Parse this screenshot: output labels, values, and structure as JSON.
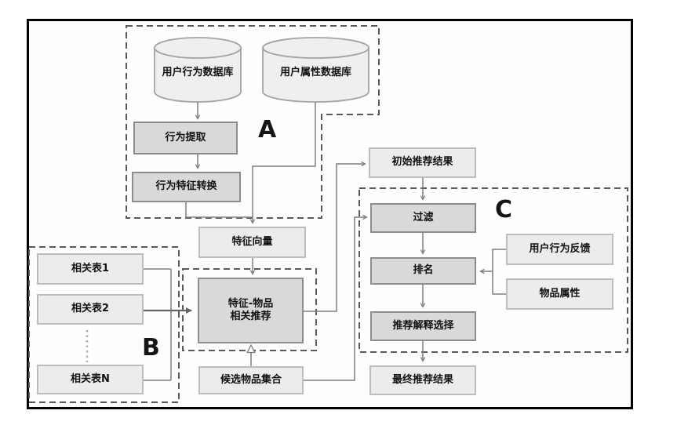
{
  "groups": {
    "a": {
      "label": "A"
    },
    "b": {
      "label": "B"
    },
    "c": {
      "label": "C"
    }
  },
  "nodes": {
    "db_behavior": {
      "label": "用户行为数据库"
    },
    "db_attribute": {
      "label": "用户属性数据库"
    },
    "behavior_extract": {
      "label": "行为提取"
    },
    "behavior_convert": {
      "label": "行为特征转换"
    },
    "feature_vector": {
      "label": "特征向量"
    },
    "initial_result": {
      "label": "初始推荐结果"
    },
    "filter": {
      "label": "过滤"
    },
    "rank": {
      "label": "排名"
    },
    "explain_select": {
      "label": "推荐解释选择"
    },
    "final_result": {
      "label": "最终推荐结果"
    },
    "user_feedback": {
      "label": "用户行为反馈"
    },
    "item_attribute": {
      "label": "物品属性"
    },
    "related_table_1": {
      "label": "相关表1"
    },
    "related_table_2": {
      "label": "相关表2"
    },
    "related_table_n": {
      "label": "相关表N"
    },
    "feature_item": {
      "label": "特征-物品\n相关推荐"
    },
    "candidate_items": {
      "label": "候选物品集合"
    }
  },
  "colors": {
    "box_dark_fill": "#d9d9d9",
    "box_light_fill": "#ececec",
    "box_dark_border": "#8c8c8c",
    "box_light_border": "#bdbdbd",
    "cylinder_fill": "#efefef",
    "cylinder_border": "#a3a3a3",
    "connector": "#7f7f7f",
    "dashed_outline": "#595959",
    "outer_border": "#000000",
    "text": "#111111"
  }
}
